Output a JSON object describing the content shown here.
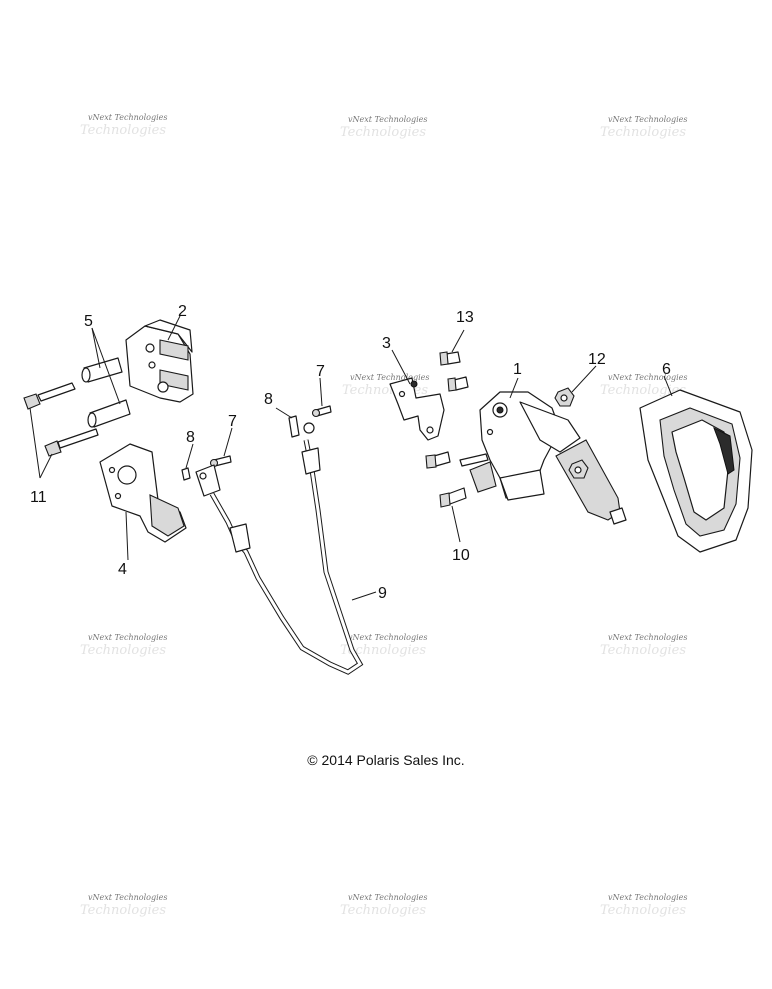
{
  "copyright": "© 2014 Polaris Sales Inc.",
  "watermark": {
    "line1": "vNext Technologies",
    "line2": "Technologies"
  },
  "callouts": [
    "1",
    "2",
    "3",
    "4",
    "5",
    "6",
    "7",
    "7",
    "8",
    "8",
    "9",
    "10",
    "11",
    "12",
    "13"
  ]
}
